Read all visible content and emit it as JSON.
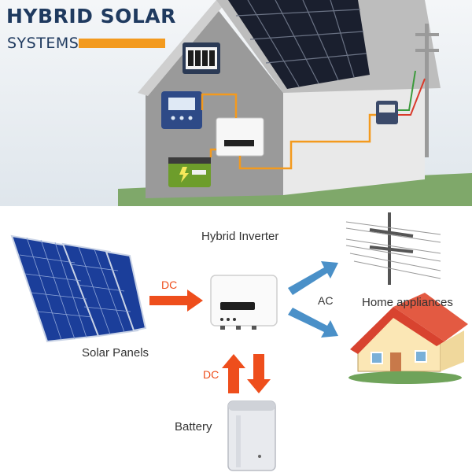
{
  "header": {
    "title": "HYBRID SOLAR",
    "subtitle": "SYSTEMS"
  },
  "diagram": {
    "inverter_label": "Hybrid Inverter",
    "solar_label": "Solar Panels",
    "battery_label": "Battery",
    "home_label": "Home appliances",
    "dc_label_1": "DC",
    "dc_label_2": "DC",
    "ac_label": "AC"
  },
  "colors": {
    "title": "#1f3a5f",
    "accent_orange": "#f39a1e",
    "dc_arrow": "#ee4e1c",
    "ac_arrow": "#4a90c8",
    "panel_blue": "#1b3e9a",
    "roof_red": "#d8432f"
  }
}
